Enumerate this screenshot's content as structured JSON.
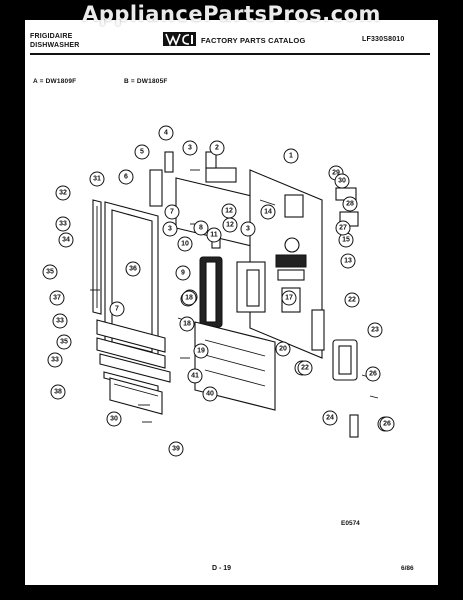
{
  "watermark": "AppliancePartsPros.com",
  "header": {
    "brand_line1": "FRIGIDAIRE",
    "brand_line2": "DISHWASHER",
    "catalog_title": "FACTORY PARTS CATALOG",
    "catalog_number": "LF330S8010"
  },
  "models": {
    "a": "A = DW1809F",
    "b": "B = DW1805F"
  },
  "footer": {
    "diagram_code": "E0574",
    "page_number": "D - 19",
    "date": "6/86"
  },
  "callouts": [
    {
      "label": "1"
    },
    {
      "label": "2"
    },
    {
      "label": "3"
    },
    {
      "label": "4"
    },
    {
      "label": "5"
    },
    {
      "label": "6"
    },
    {
      "label": "7"
    },
    {
      "label": "8"
    },
    {
      "label": "3"
    },
    {
      "label": "9"
    },
    {
      "label": "10"
    },
    {
      "label": "11"
    },
    {
      "label": "12"
    },
    {
      "label": "13"
    },
    {
      "label": "14"
    },
    {
      "label": "15"
    },
    {
      "label": "16"
    },
    {
      "label": "17"
    },
    {
      "label": "18"
    },
    {
      "label": "19"
    },
    {
      "label": "20"
    },
    {
      "label": "21"
    },
    {
      "label": "22"
    },
    {
      "label": "23"
    },
    {
      "label": "24"
    },
    {
      "label": "25"
    },
    {
      "label": "26"
    },
    {
      "label": "27"
    },
    {
      "label": "28"
    },
    {
      "label": "29"
    },
    {
      "label": "30"
    },
    {
      "label": "31"
    },
    {
      "label": "32"
    },
    {
      "label": "33"
    },
    {
      "label": "34"
    },
    {
      "label": "35"
    },
    {
      "label": "36"
    },
    {
      "label": "37"
    },
    {
      "label": "33"
    },
    {
      "label": "35"
    },
    {
      "label": "33"
    },
    {
      "label": "38"
    },
    {
      "label": "30"
    },
    {
      "label": "39"
    },
    {
      "label": "40"
    },
    {
      "label": "41"
    },
    {
      "label": "12"
    },
    {
      "label": "3"
    },
    {
      "label": "16"
    },
    {
      "label": "22"
    },
    {
      "label": "26"
    },
    {
      "label": "18"
    },
    {
      "label": "7"
    }
  ]
}
